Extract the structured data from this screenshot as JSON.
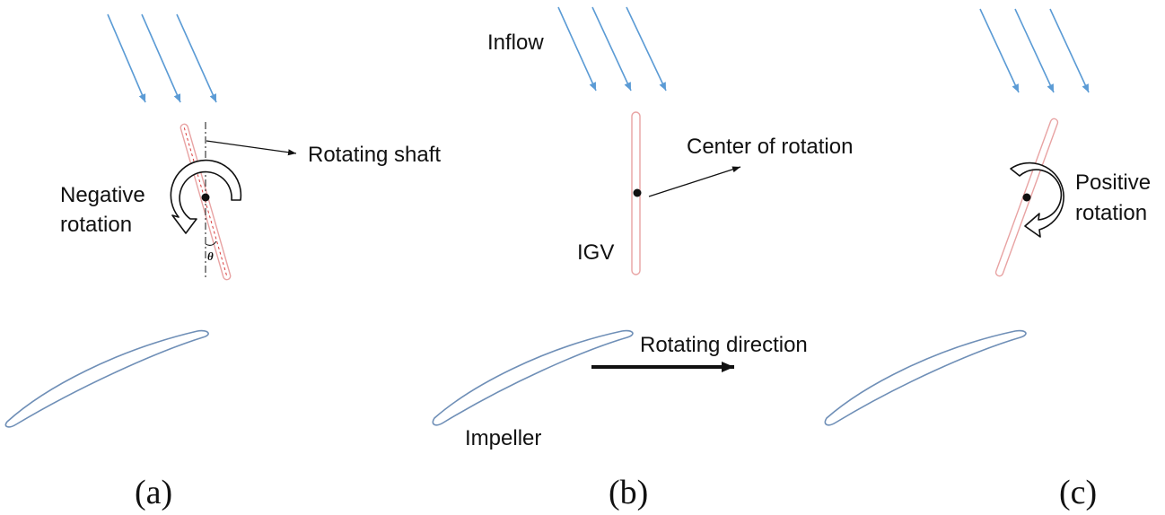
{
  "labels": {
    "inflow": "Inflow",
    "rotating_shaft": "Rotating shaft",
    "negative_rotation_line1": "Negative",
    "negative_rotation_line2": "rotation",
    "center_of_rotation": "Center of rotation",
    "igv": "IGV",
    "positive_rotation_line1": "Positive",
    "positive_rotation_line2": "rotation",
    "rotating_direction": "Rotating direction",
    "impeller": "Impeller",
    "theta": "θ"
  },
  "captions": {
    "a": "(a)",
    "b": "(b)",
    "c": "(c)"
  },
  "colors": {
    "inflow_arrows": "#5b9bd5",
    "impeller_outline": "#6f8fb7",
    "igv_outline": "#e8a3a3",
    "igv_dashed_red": "#d93a3a",
    "text": "#111111"
  }
}
